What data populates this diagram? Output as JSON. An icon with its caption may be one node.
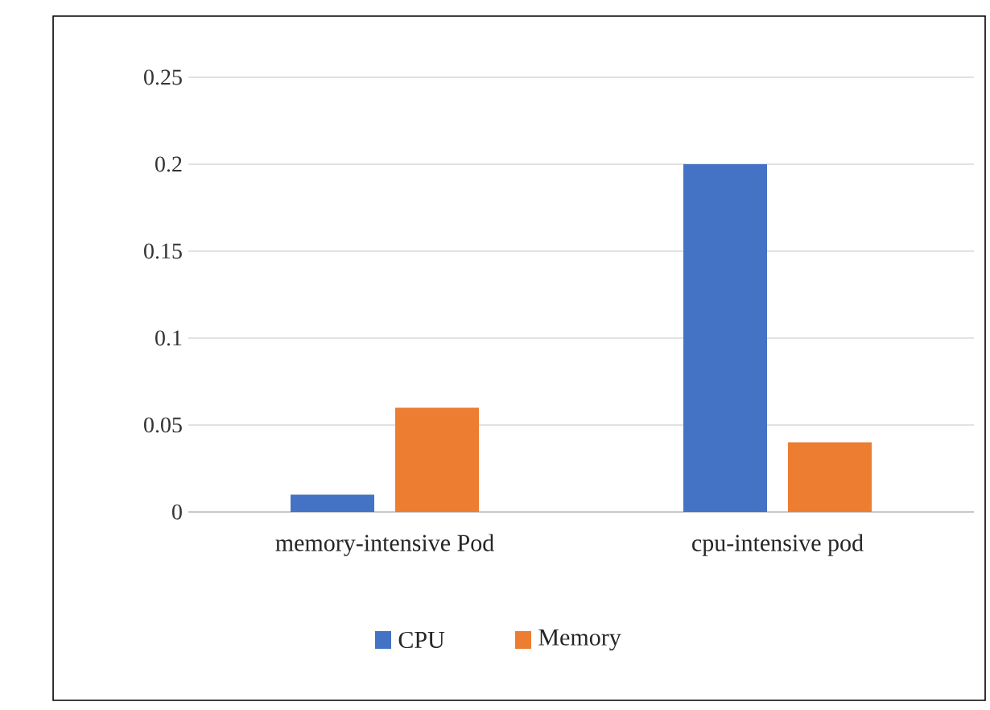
{
  "diagram": {
    "chart_data": {
      "type": "bar",
      "categories": [
        "memory-intensive Pod",
        "cpu-intensive pod"
      ],
      "series": [
        {
          "name": "CPU",
          "color": "#4472c4",
          "values": [
            0.01,
            0.2
          ]
        },
        {
          "name": "Memory",
          "color": "#ed7d31",
          "values": [
            0.06,
            0.04
          ]
        }
      ],
      "ylim": [
        0,
        0.25
      ],
      "grid": "y",
      "legend": "bottom",
      "yticks": [
        0,
        0.05,
        0.1,
        0.15,
        0.2,
        0.25
      ]
    }
  }
}
